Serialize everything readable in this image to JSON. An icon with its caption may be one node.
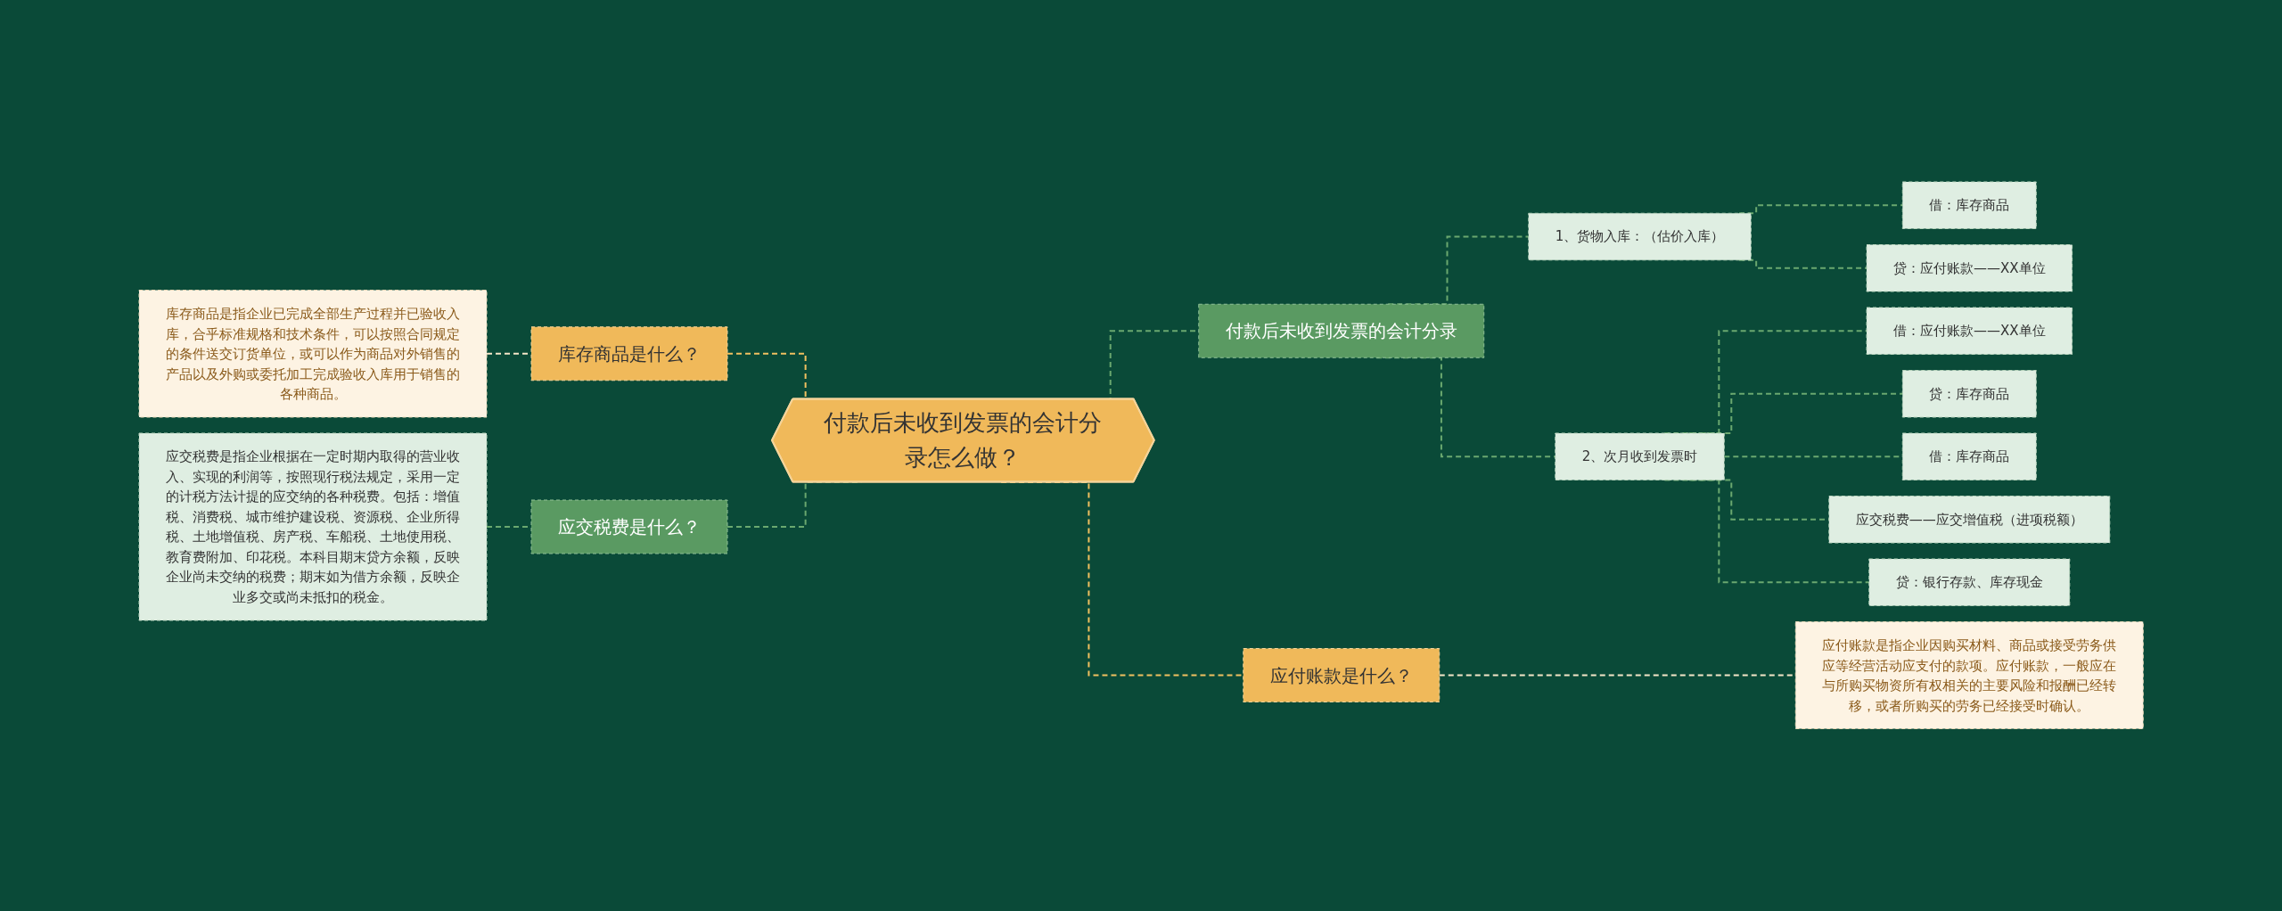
{
  "diagram": {
    "nodes": [
      {
        "text": [
          "付款后未收到发票的会计分录怎么做？"
        ]
      },
      {
        "text": [
          "付款后未收到发票的会计分录"
        ]
      },
      {
        "text": [
          "1、货物入库：（估价入库）"
        ]
      },
      {
        "text": [
          "借：库存商品"
        ]
      },
      {
        "text": [
          "贷：应付账款——XX单位"
        ]
      },
      {
        "text": [
          "2、次月收到发票时"
        ]
      },
      {
        "text": [
          "借：应付账款——XX单位"
        ]
      },
      {
        "text": [
          "贷：库存商品"
        ]
      },
      {
        "text": [
          "借：库存商品"
        ]
      },
      {
        "text": [
          "应交税费——应交增值税（进项税额）"
        ]
      },
      {
        "text": [
          "贷：银行存款、库存现金"
        ]
      },
      {
        "text": [
          "应付账款是什么？"
        ]
      },
      {
        "text": [
          "应付账款是指企业因购买材料、商品或接受劳务供应等经营活动应支付的款项。应付账款，一般应在与所购买物资所有权相关的主要风险和报酬已经转移，或者所购买的劳务已经接受时确认。"
        ]
      },
      {
        "text": [
          "库存商品是什么？"
        ]
      },
      {
        "text": [
          "库存商品是指企业已完成全部生产过程并已验收入库，合乎标准规格和技术条件，可以按照合同规定的条件送交订货单位，或可以作为商品对外销售的产品以及外购或委托加工完成验收入库用于销售的各种商品。"
        ]
      },
      {
        "text": [
          "应交税费是什么？"
        ]
      },
      {
        "text": [
          "应交税费是指企业根据在一定时期内取得的营业收入、实现的利润等，按照现行税法规定，采用一定的计税方法计提的应交纳的各种税费。包括：增值税、消费税、城市维护建设税、资源税、企业所得税、土地增值税、房产税、车船税、土地使用税、教育费附加、印花税。本科目期末贷方余额，反映企业尚未交纳的税费；期末如为借方余额，反映企业多交或尚未抵扣的税金。"
        ]
      }
    ],
    "edges": [
      {
        "from": 0,
        "to": 1,
        "arrow": "none",
        "style": "dashed"
      },
      {
        "from": 1,
        "to": 2,
        "arrow": "none",
        "style": "dashed"
      },
      {
        "from": 2,
        "to": 3,
        "arrow": "none",
        "style": "dashed"
      },
      {
        "from": 2,
        "to": 4,
        "arrow": "none",
        "style": "dashed"
      },
      {
        "from": 1,
        "to": 5,
        "arrow": "none",
        "style": "dashed"
      },
      {
        "from": 5,
        "to": 6,
        "arrow": "none",
        "style": "dashed"
      },
      {
        "from": 5,
        "to": 7,
        "arrow": "none",
        "style": "dashed"
      },
      {
        "from": 5,
        "to": 8,
        "arrow": "none",
        "style": "dashed"
      },
      {
        "from": 5,
        "to": 9,
        "arrow": "none",
        "style": "dashed"
      },
      {
        "from": 5,
        "to": 10,
        "arrow": "none",
        "style": "dashed"
      },
      {
        "from": 0,
        "to": 11,
        "arrow": "none",
        "style": "dashed",
        "color": "#f0c060"
      },
      {
        "from": 11,
        "to": 12,
        "arrow": "none",
        "style": "dashed",
        "color": "#f5e6c8"
      },
      {
        "from": 14,
        "to": 13,
        "arrow": "none",
        "style": "dashed",
        "color": "#f5e6c8"
      },
      {
        "from": 13,
        "to": 0,
        "arrow": "none",
        "style": "dashed",
        "color": "#f0c060"
      },
      {
        "from": 16,
        "to": 15,
        "arrow": "none",
        "style": "dashed"
      },
      {
        "from": 15,
        "to": 0,
        "arrow": "none",
        "style": "dashed"
      }
    ]
  }
}
